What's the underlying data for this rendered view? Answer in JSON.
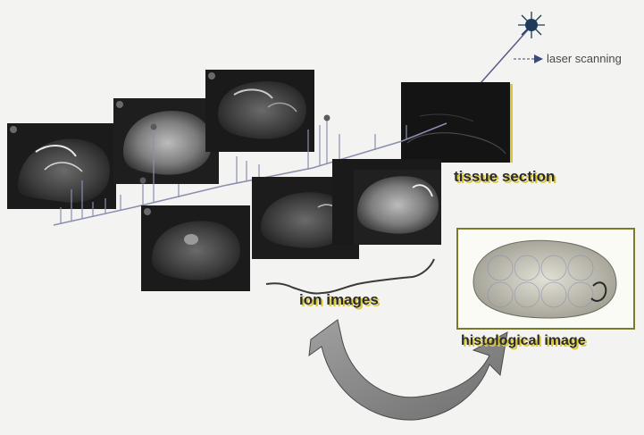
{
  "labels": {
    "laser": "laser scanning",
    "tissue_section": "tissue section",
    "ion_images": "ion images",
    "histological_image": "histological image"
  },
  "colors": {
    "label_shadow": "#d9c93a",
    "spectrum": "#8a8fb0",
    "arrow_fill": "#8c8c8c",
    "laser_star": "#1f3a5a",
    "panel_dark": "#1b1b1b",
    "histo_frame": "#7a7a2a"
  },
  "icons": {
    "laser": "laser-star-icon",
    "arrow": "cycle-arrow-icon"
  }
}
